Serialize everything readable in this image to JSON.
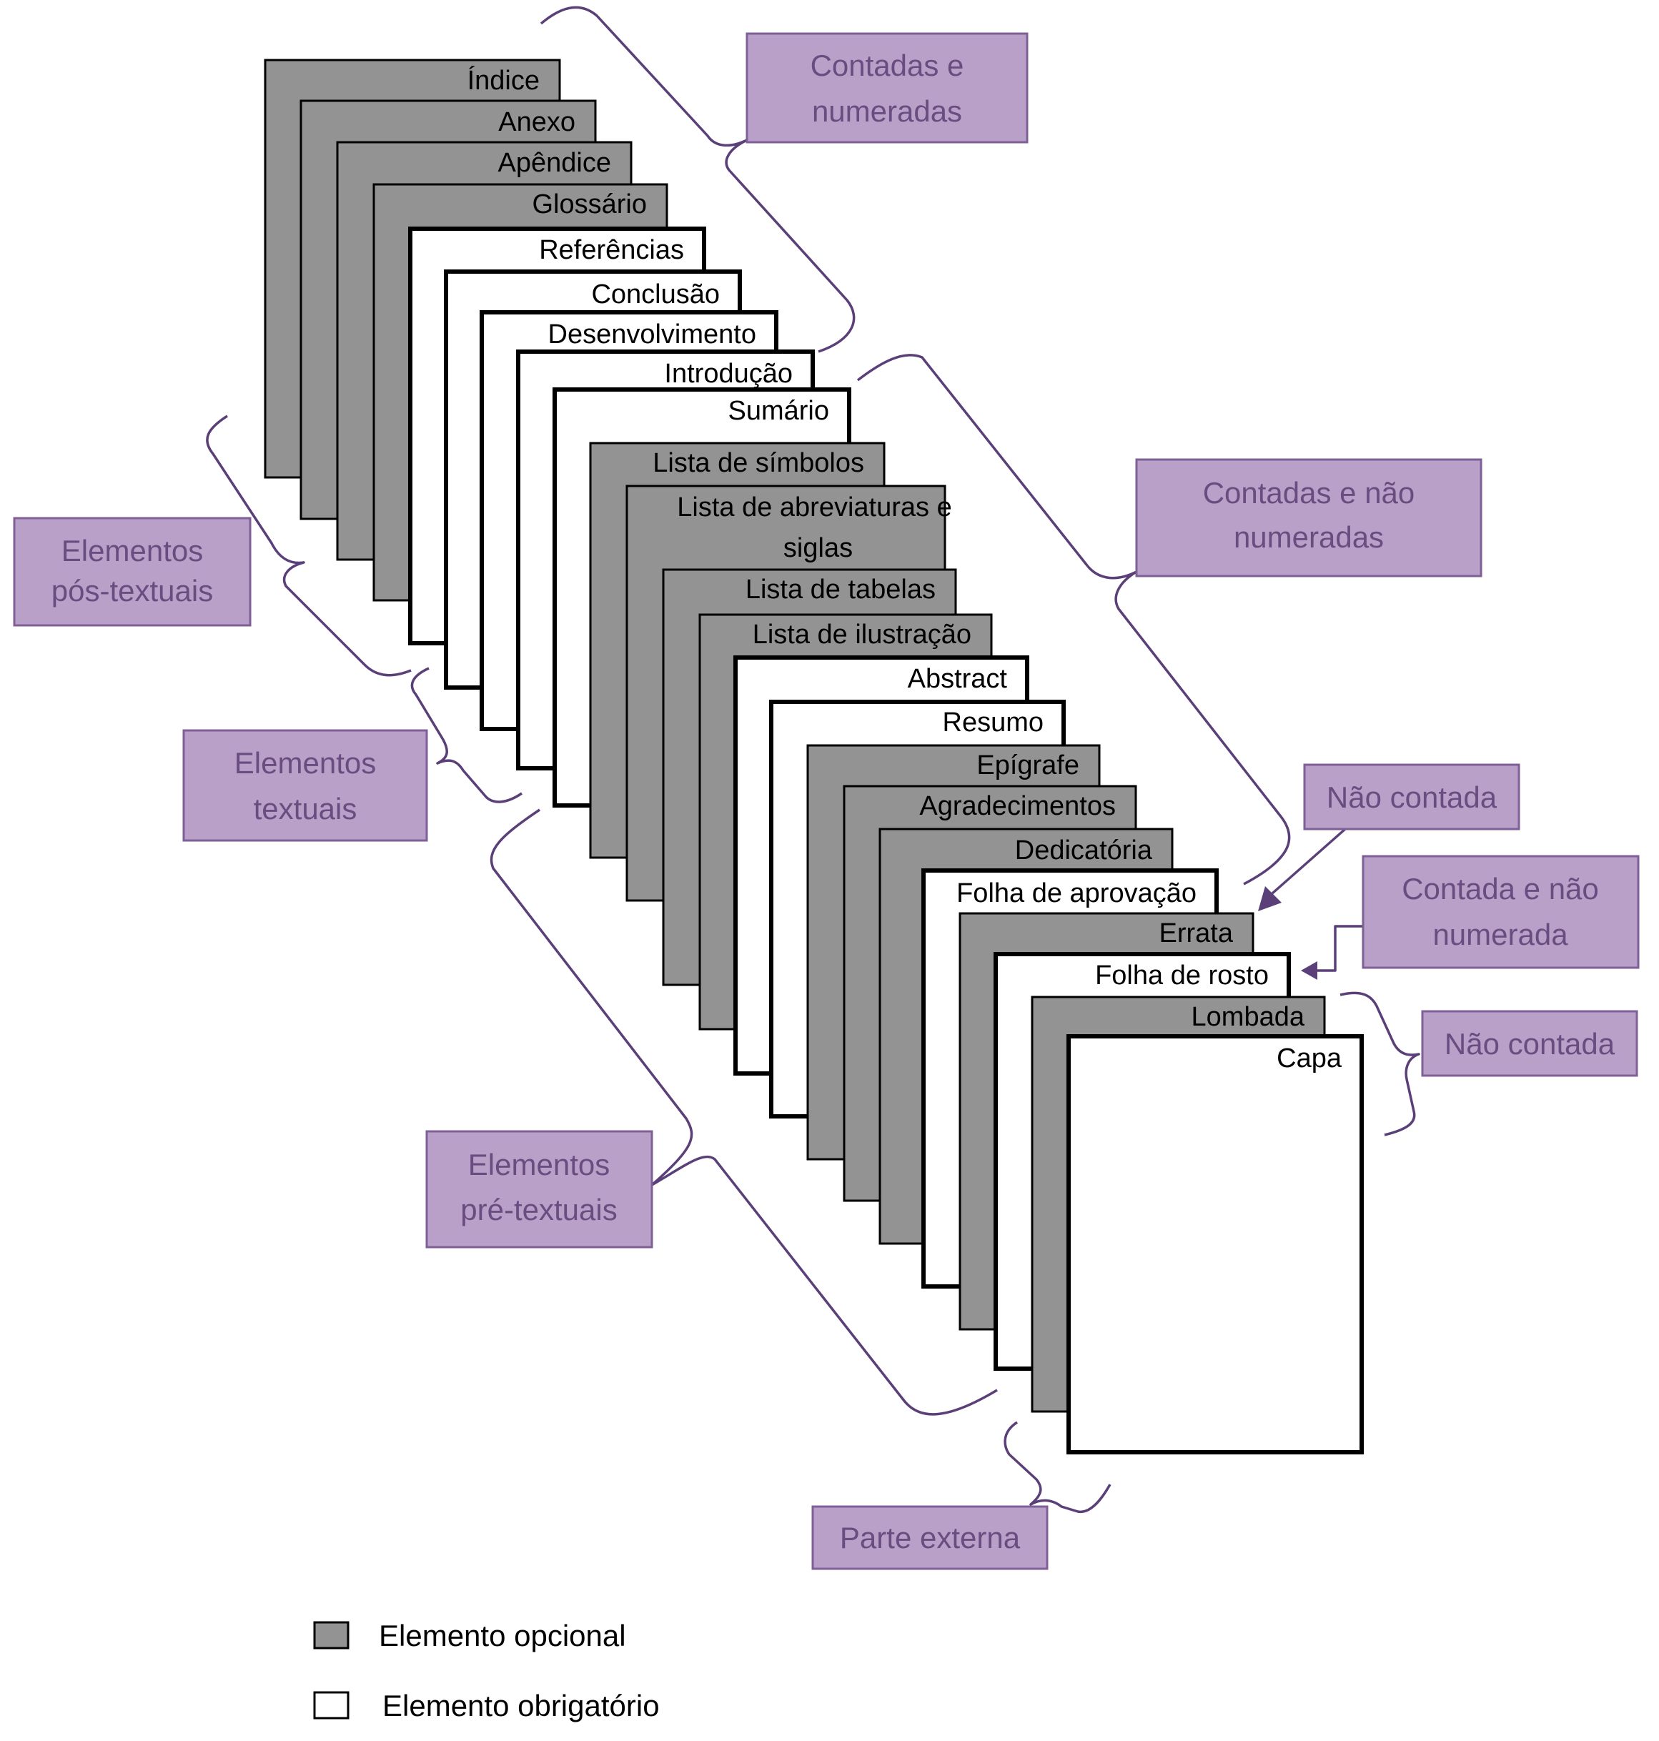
{
  "colors": {
    "optional_fill": "#939393",
    "required_fill": "#ffffff",
    "border": "#000000",
    "callout_fill": "#b8a0c8",
    "callout_border": "#7f5f97",
    "callout_text": "#6a4d80",
    "brace": "#5a3f78"
  },
  "pages": [
    {
      "label": "Índice",
      "kind": "optional"
    },
    {
      "label": "Anexo",
      "kind": "optional"
    },
    {
      "label": "Apêndice",
      "kind": "optional"
    },
    {
      "label": "Glossário",
      "kind": "optional"
    },
    {
      "label": "Referências",
      "kind": "required"
    },
    {
      "label": "Conclusão",
      "kind": "required"
    },
    {
      "label": "Desenvolvimento",
      "kind": "required"
    },
    {
      "label": "Introdução",
      "kind": "required"
    },
    {
      "label": "Sumário",
      "kind": "required"
    },
    {
      "label": "Lista de símbolos",
      "kind": "optional"
    },
    {
      "label": "Lista de abreviaturas e siglas",
      "label_lines": [
        "Lista de abreviaturas e",
        "siglas"
      ],
      "kind": "optional"
    },
    {
      "label": "Lista de tabelas",
      "kind": "optional"
    },
    {
      "label": "Lista de ilustração",
      "kind": "optional"
    },
    {
      "label": "Abstract",
      "kind": "required"
    },
    {
      "label": "Resumo",
      "kind": "required"
    },
    {
      "label": "Epígrafe",
      "kind": "optional"
    },
    {
      "label": "Agradecimentos",
      "kind": "optional"
    },
    {
      "label": "Dedicatória",
      "kind": "optional"
    },
    {
      "label": "Folha de aprovação",
      "kind": "required"
    },
    {
      "label": "Errata",
      "kind": "optional"
    },
    {
      "label": "Folha de rosto",
      "kind": "required"
    },
    {
      "label": "Lombada",
      "kind": "optional"
    },
    {
      "label": "Capa",
      "kind": "required"
    }
  ],
  "callouts": {
    "contadas_numeradas": [
      "Contadas e",
      "numeradas"
    ],
    "contadas_nao_numeradas": [
      "Contadas e não",
      "numeradas"
    ],
    "elementos_pos_textuais": [
      "Elementos",
      "pós-textuais"
    ],
    "elementos_textuais": [
      "Elementos",
      "textuais"
    ],
    "elementos_pre_textuais": [
      "Elementos",
      "pré-textuais"
    ],
    "nao_contada_1": "Não contada",
    "contada_nao_numerada": [
      "Contada e não",
      "numerada"
    ],
    "nao_contada_2": "Não contada",
    "parte_externa": "Parte externa"
  },
  "legend": {
    "optional": "Elemento opcional",
    "required": "Elemento obrigatório"
  }
}
